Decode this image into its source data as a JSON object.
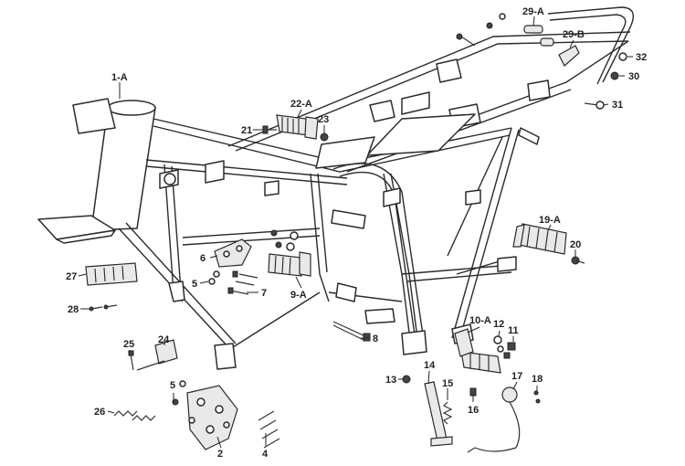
{
  "callouts": [
    {
      "id": "1-A"
    },
    {
      "id": "2"
    },
    {
      "id": "4"
    },
    {
      "id": "5a",
      "text": "5"
    },
    {
      "id": "5b",
      "text": "5"
    },
    {
      "id": "6"
    },
    {
      "id": "7"
    },
    {
      "id": "8"
    },
    {
      "id": "9-A"
    },
    {
      "id": "10-A"
    },
    {
      "id": "11"
    },
    {
      "id": "12"
    },
    {
      "id": "13"
    },
    {
      "id": "14"
    },
    {
      "id": "15"
    },
    {
      "id": "16"
    },
    {
      "id": "17"
    },
    {
      "id": "18"
    },
    {
      "id": "19-A"
    },
    {
      "id": "20"
    },
    {
      "id": "21"
    },
    {
      "id": "22-A"
    },
    {
      "id": "23"
    },
    {
      "id": "24"
    },
    {
      "id": "25"
    },
    {
      "id": "26"
    },
    {
      "id": "27"
    },
    {
      "id": "28"
    },
    {
      "id": "29-A"
    },
    {
      "id": "29-B"
    },
    {
      "id": "30"
    },
    {
      "id": "31"
    },
    {
      "id": "32"
    }
  ],
  "labels": {
    "l1A": "1-A",
    "l2": "2",
    "l4": "4",
    "l5a": "5",
    "l5b": "5",
    "l6": "6",
    "l7": "7",
    "l8": "8",
    "l9A": "9-A",
    "l10A": "10-A",
    "l11": "11",
    "l12": "12",
    "l13": "13",
    "l14": "14",
    "l15": "15",
    "l16": "16",
    "l17": "17",
    "l18": "18",
    "l19A": "19-A",
    "l20": "20",
    "l21": "21",
    "l22A": "22-A",
    "l23": "23",
    "l24": "24",
    "l25": "25",
    "l26": "26",
    "l27": "27",
    "l28": "28",
    "l29A": "29-A",
    "l29B": "29-B",
    "l30": "30",
    "l31": "31",
    "l32": "32"
  }
}
